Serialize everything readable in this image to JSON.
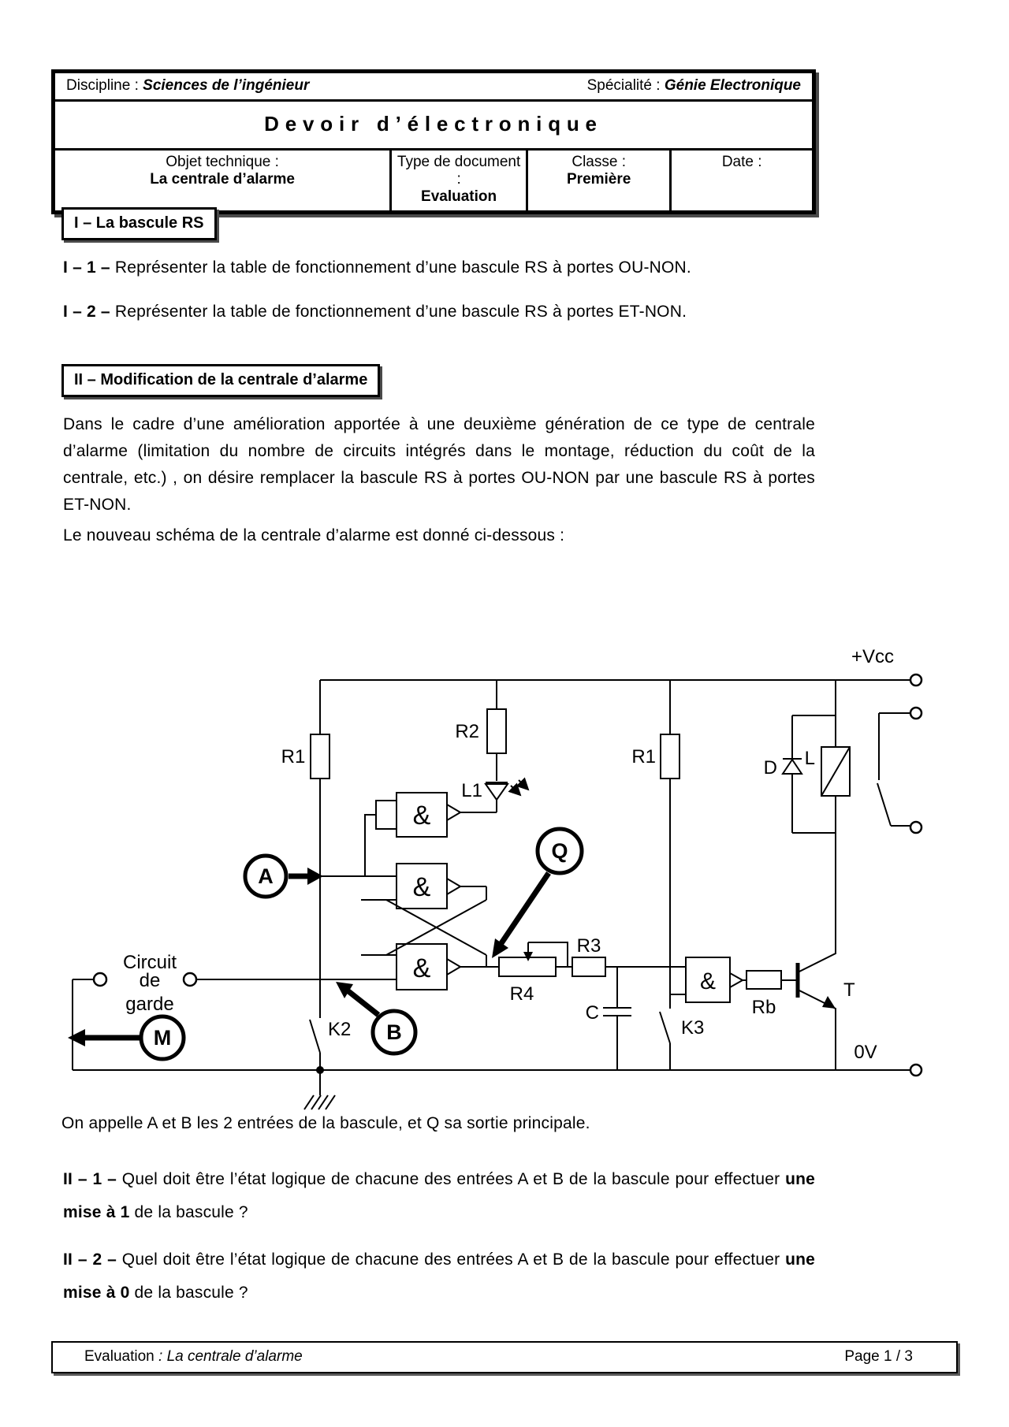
{
  "header": {
    "discipline_label": "Discipline :",
    "discipline_value": "Sciences de l’ingénieur",
    "specialite_label": "Spécialité :",
    "specialite_value": "Génie Electronique",
    "title": "Devoir d’électronique",
    "cells": [
      {
        "label": "Objet technique :",
        "value": "La centrale d’alarme"
      },
      {
        "label": "Type de document :",
        "value": "Evaluation"
      },
      {
        "label": "Classe :",
        "value": "Première"
      },
      {
        "label": "Date :",
        "value": ""
      }
    ]
  },
  "sections": {
    "s1_title": "I – La bascule RS",
    "q1_1_num": "I – 1 –",
    "q1_1_text": "Représenter la table de fonctionnement d’une bascule RS à portes OU-NON.",
    "q1_2_num": "I – 2 –",
    "q1_2_text": "Représenter la table de fonctionnement d’une bascule RS à portes ET-NON.",
    "s2_title": "II – Modification de la centrale d’alarme",
    "s2_para": "Dans le cadre d’une amélioration apportée à une deuxième génération de ce type de centrale d’alarme (limitation du nombre de circuits intégrés dans le montage, réduction du coût de la centrale, etc.) , on désire remplacer la bascule RS à portes OU-NON par une bascule RS à portes ET-NON.",
    "schema_intro": "Le nouveau schéma de la centrale d’alarme est donné ci-dessous :",
    "note": "On appelle A et B les 2 entrées de la bascule, et Q sa sortie principale.",
    "q2_1_num": "II – 1 –",
    "q2_1_pre": "Quel doit être l’état logique de chacune des entrées A et B de la bascule pour effectuer",
    "q2_1_bold": "une mise à 1",
    "q2_1_post": "de la bascule ?",
    "q2_2_num": "II – 2 –",
    "q2_2_pre": "Quel doit être l’état logique de chacune des entrées A et B de la bascule pour effectuer",
    "q2_2_bold": "une mise à 0",
    "q2_2_post": "de la bascule ?"
  },
  "circuit": {
    "labels": {
      "vcc": "+Vcc",
      "zero_v": "0V",
      "r1_left": "R1",
      "r1_right": "R1",
      "r2": "R2",
      "r3": "R3",
      "r4": "R4",
      "rb": "Rb",
      "c": "C",
      "l1": "L1",
      "l": "L",
      "d": "D",
      "t": "T",
      "k2": "K2",
      "k3": "K3",
      "q": "Q",
      "a": "A",
      "b": "B",
      "m": "M",
      "and": "&",
      "garde_1": "Circuit",
      "garde_2": "de",
      "garde_3": "garde"
    }
  },
  "footer": {
    "doc_type": "Evaluation",
    "doc_title": " : La centrale d’alarme",
    "page": "Page 1 / 3"
  }
}
